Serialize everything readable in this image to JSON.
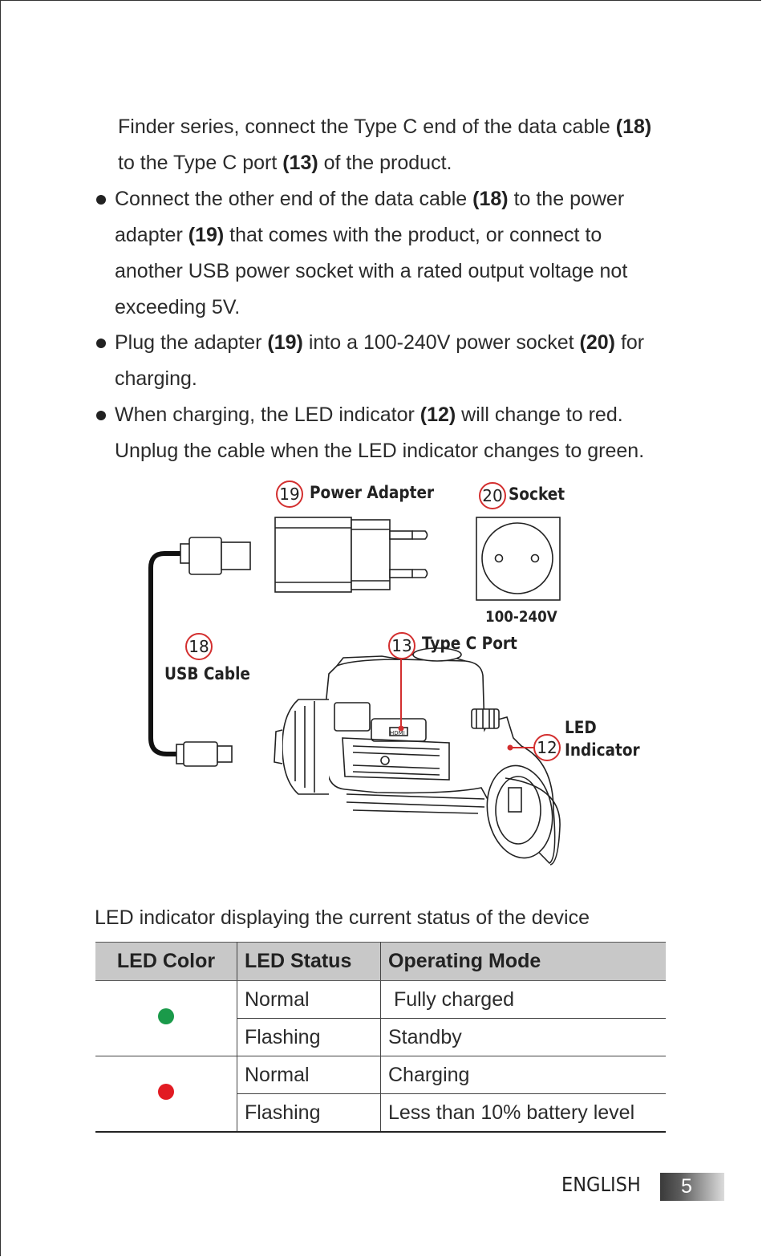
{
  "intro": {
    "line1_pre": "Finder series, connect the Type C end of the data cable ",
    "line1_ref": "(18)",
    "line2_pre": "to the Type C port ",
    "line2_ref": "(13)",
    "line2_post": " of the product."
  },
  "bullets": [
    {
      "line1_pre": "Connect the other end of the data cable ",
      "line1_ref": "(18)",
      "line1_post": " to the power",
      "line2_pre": "adapter ",
      "line2_ref": "(19)",
      "line2_post": " that comes with the product, or connect to",
      "line3": "another USB power socket with a rated output voltage not",
      "line4": "exceeding 5V."
    },
    {
      "line1_pre": "Plug the adapter ",
      "line1_ref": "(19)",
      "line1_mid": " into a 100-240V power socket ",
      "line1_ref2": "(20)",
      "line1_post": " for",
      "line2": "charging."
    },
    {
      "line1_pre": "When charging, the LED indicator ",
      "line1_ref": "(12)",
      "line1_post": " will change to red.",
      "line2": "Unplug the cable when the LED indicator changes to green."
    }
  ],
  "diagram": {
    "callouts": [
      {
        "num": "19",
        "label": "Power Adapter"
      },
      {
        "num": "20",
        "label": "Socket"
      },
      {
        "num": "18",
        "label": "USB Cable"
      },
      {
        "num": "13",
        "label": "Type C Port"
      },
      {
        "num": "12",
        "label_line1": "LED",
        "label_line2": "Indicator"
      }
    ],
    "voltage_label": "100-240V",
    "port_text": "HDMI"
  },
  "table": {
    "caption": "LED indicator displaying the current status of the device",
    "headers": [
      "LED Color",
      "LED Status",
      "Operating Mode"
    ],
    "groups": [
      {
        "color": "#1a9a4a",
        "rows": [
          {
            "status": "Normal",
            "mode": " Fully charged"
          },
          {
            "status": "Flashing",
            "mode": "Standby"
          }
        ]
      },
      {
        "color": "#e21b23",
        "rows": [
          {
            "status": "Normal",
            "mode": "Charging"
          },
          {
            "status": "Flashing",
            "mode": "Less than 10% battery level"
          }
        ]
      }
    ]
  },
  "footer": {
    "language": "ENGLISH",
    "page": "5"
  }
}
